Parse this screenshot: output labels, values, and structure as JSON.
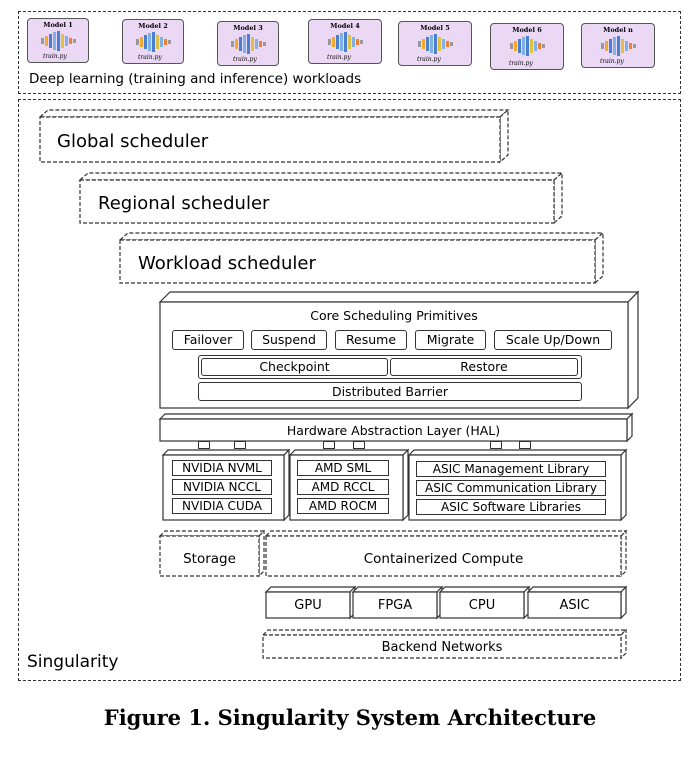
{
  "workloads": {
    "models": [
      {
        "name": "Model 1",
        "file": "train.py"
      },
      {
        "name": "Model 2",
        "file": "train.py"
      },
      {
        "name": "Model 3",
        "file": "train.py"
      },
      {
        "name": "Model 4",
        "file": "train.py"
      },
      {
        "name": "Model 5",
        "file": "train.py"
      },
      {
        "name": "Model 6",
        "file": "train.py"
      },
      {
        "name": "Model n",
        "file": "train.py"
      }
    ],
    "label": "Deep learning (training and inference) workloads"
  },
  "singularity": {
    "label": "Singularity",
    "global_scheduler": "Global scheduler",
    "regional_scheduler": "Regional scheduler",
    "workload_scheduler": "Workload scheduler",
    "primitives": {
      "title": "Core Scheduling Primitives",
      "row1": [
        "Failover",
        "Suspend",
        "Resume",
        "Migrate",
        "Scale Up/Down"
      ],
      "checkpoint": "Checkpoint",
      "restore": "Restore",
      "barrier": "Distributed Barrier"
    },
    "hal": "Hardware Abstraction Layer (HAL)",
    "nvidia": [
      "NVIDIA NVML",
      "NVIDIA NCCL",
      "NVIDIA CUDA"
    ],
    "amd": [
      "AMD SML",
      "AMD RCCL",
      "AMD ROCM"
    ],
    "asic": [
      "ASIC Management Library",
      "ASIC Communication Library",
      "ASIC Software Libraries"
    ],
    "storage": "Storage",
    "compute": "Containerized Compute",
    "hardware": [
      "GPU",
      "FPGA",
      "CPU",
      "ASIC"
    ],
    "backend": "Backend Networks"
  },
  "caption": "Figure 1. Singularity System Architecture"
}
